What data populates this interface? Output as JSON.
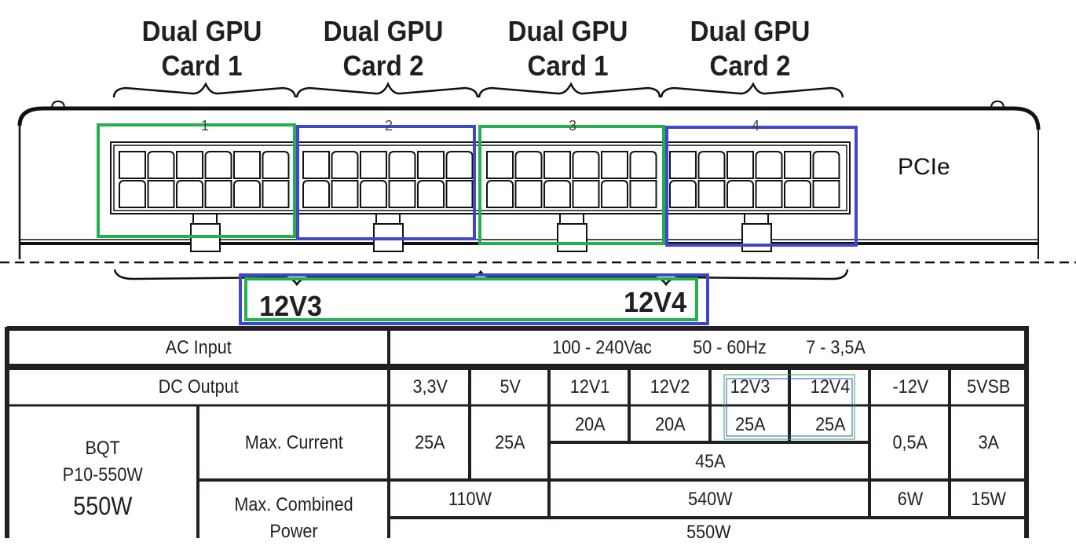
{
  "header": {
    "connector_groups": [
      {
        "line1": "Dual GPU",
        "line2": "Card 1"
      },
      {
        "line1": "Dual GPU",
        "line2": "Card 2"
      },
      {
        "line1": "Dual GPU",
        "line2": "Card 1"
      },
      {
        "line1": "Dual GPU",
        "line2": "Card 2"
      }
    ]
  },
  "connector": {
    "label": "PCIe",
    "ports": [
      "1",
      "2",
      "3",
      "4"
    ],
    "port_highlight_colors": [
      "#22b14c",
      "#3f48cc",
      "#22b14c",
      "#3f48cc"
    ]
  },
  "rails": {
    "left": "12V3",
    "right": "12V4",
    "outer_box_color": "#3f48cc",
    "inner_box_color": "#22b14c"
  },
  "spec_table": {
    "ac_input": {
      "label": "AC Input",
      "voltage": "100 - 240Vac",
      "frequency": "50 - 60Hz",
      "current": "7 - 3,5A"
    },
    "dc_output": {
      "label": "DC Output",
      "rails": [
        "3,3V",
        "5V",
        "12V1",
        "12V2",
        "12V3",
        "12V4",
        "-12V",
        "5VSB"
      ]
    },
    "model": {
      "brand": "BQT",
      "name": "P10-550W",
      "wattage": "550W"
    },
    "max_current": {
      "label": "Max. Current",
      "values": [
        "25A",
        "25A",
        "20A",
        "20A",
        "25A",
        "25A",
        "0,5A",
        "3A"
      ],
      "combined_12v": "45A"
    },
    "max_combined_power": {
      "label_line1": "Max. Combined",
      "label_line2": "Power",
      "v33_5v": "110W",
      "v12": "540W",
      "neg12v": "6W",
      "v5vsb": "15W",
      "total": "550W"
    }
  }
}
